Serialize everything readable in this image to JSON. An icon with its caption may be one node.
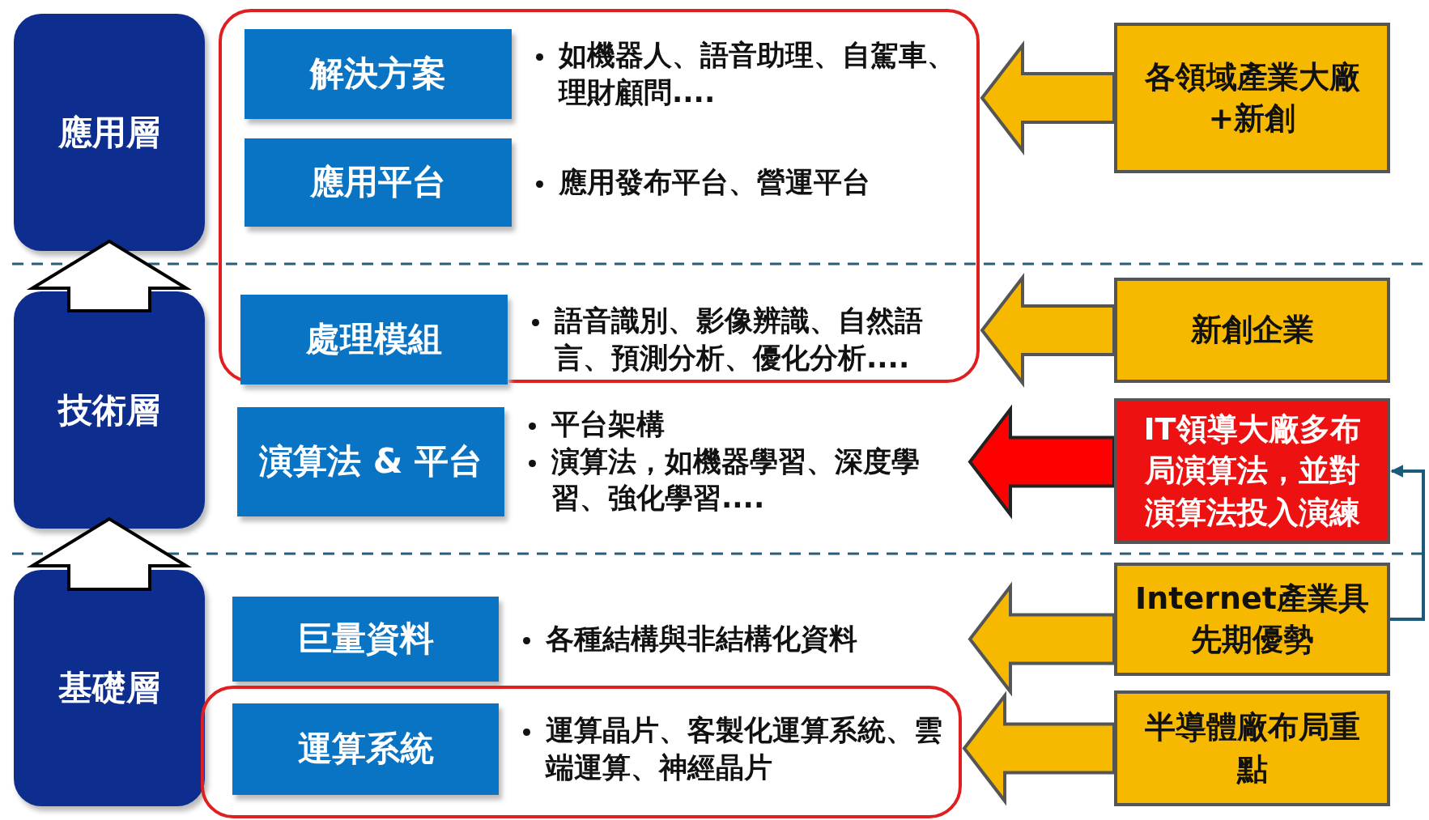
{
  "diagram": {
    "nodes": [
      {
        "text": [
          "應用層"
        ]
      },
      {
        "text": [],
        "shape": "box"
      },
      {
        "text": [
          "解決方案"
        ],
        "in": 1,
        "beside": [
          "如機器人、語音助理、自駕車、理財顧問...."
        ]
      },
      {
        "text": [
          "應用平台"
        ],
        "in": 1,
        "beside": [
          "應用發布平台、營運平台"
        ]
      },
      {
        "text": [
          "技術層"
        ]
      },
      {
        "text": [
          "處理模組"
        ],
        "in": 1,
        "beside": [
          "語音識別、影像辨識、自然語言、預測分析、優化分析...."
        ]
      },
      {
        "text": [
          "演算法 & 平台"
        ],
        "beside": [
          "平台架構",
          "演算法，如機器學習、深度學習、強化學習...."
        ]
      },
      {
        "text": [
          "基礎層"
        ]
      },
      {
        "text": [
          "巨量資料"
        ],
        "beside": [
          "各種結構與非結構化資料"
        ]
      },
      {
        "text": [],
        "shape": "box"
      },
      {
        "text": [
          "運算系統"
        ],
        "in": 9,
        "beside": [
          "運算晶片、客製化運算系統、雲端運算、神經晶片"
        ]
      },
      {
        "text": [
          "各領域產業大廠+新創"
        ]
      },
      {
        "text": [
          "新創企業"
        ]
      },
      {
        "text": [
          "IT領導大廠多布局演算法，並對演算法投入演練"
        ]
      },
      {
        "text": [
          "Internet產業具先期優勢"
        ]
      },
      {
        "text": [
          "半導體廠布局重點"
        ]
      }
    ],
    "edges": [
      {
        "from": 7,
        "to": 4,
        "arrow": "to"
      },
      {
        "from": 4,
        "to": 0,
        "arrow": "to"
      },
      {
        "from": 11,
        "to": 1,
        "arrow": "to"
      },
      {
        "from": 12,
        "to": 1,
        "arrow": "to"
      },
      {
        "from": 13,
        "to": 6,
        "arrow": "to",
        "color": "#ff0000"
      },
      {
        "from": 14,
        "to": 8,
        "arrow": "to"
      },
      {
        "from": 15,
        "to": 9,
        "arrow": "to"
      },
      {
        "from": 14,
        "to": 13,
        "arrow": "to"
      }
    ]
  }
}
